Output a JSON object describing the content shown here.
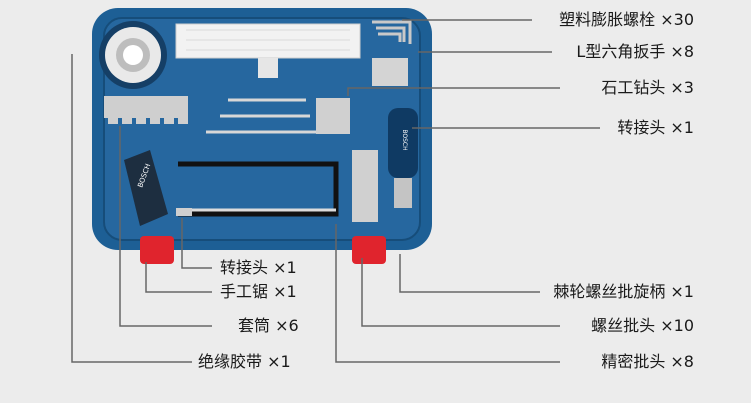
{
  "labels": {
    "right": [
      {
        "text": "塑料膨胀螺栓 ×30"
      },
      {
        "text": "L型六角扳手 ×8"
      },
      {
        "text": "石工钻头 ×3"
      },
      {
        "text": "转接头 ×1"
      },
      {
        "text": "棘轮螺丝批旋柄 ×1"
      },
      {
        "text": "螺丝批头 ×10"
      },
      {
        "text": "精密批头 ×8"
      }
    ],
    "left": [
      {
        "text": "转接头 ×1"
      },
      {
        "text": "手工锯 ×1"
      },
      {
        "text": "套筒 ×6"
      },
      {
        "text": "绝缘胶带 ×1"
      }
    ]
  },
  "brand_marks": [
    "BOSCH",
    "BOSCH"
  ],
  "colors": {
    "case_blue": "#1d5f95",
    "latch_red": "#e0242d",
    "leader_line": "#666666"
  }
}
